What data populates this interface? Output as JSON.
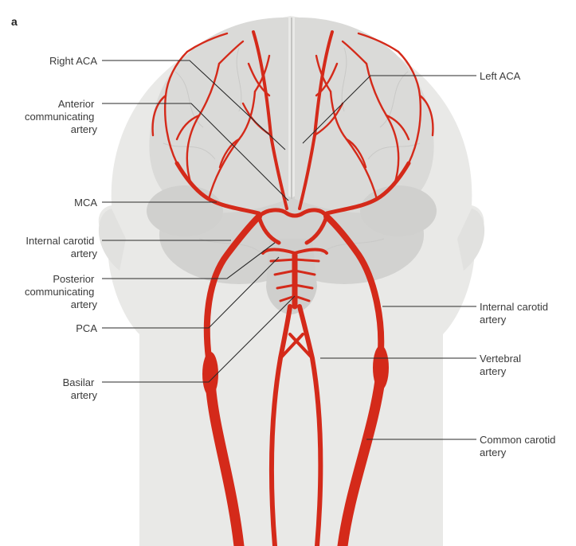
{
  "panel_label": "a",
  "labels": {
    "right_aca": [
      "Right ACA"
    ],
    "anterior_comm": [
      "Anterior",
      "communicating",
      "artery"
    ],
    "mca": [
      "MCA"
    ],
    "internal_carotid_left_side": [
      "Internal carotid",
      "artery"
    ],
    "posterior_comm": [
      "Posterior",
      "communicating",
      "artery"
    ],
    "pca": [
      "PCA"
    ],
    "basilar": [
      "Basilar",
      "artery"
    ],
    "left_aca": [
      "Left ACA"
    ],
    "internal_carotid_right_side": [
      "Internal carotid",
      "artery"
    ],
    "vertebral": [
      "Vertebral",
      "artery"
    ],
    "common_carotid": [
      "Common carotid",
      "artery"
    ]
  },
  "colors": {
    "artery": "#d42a1a",
    "head_silhouette": "#e9e9e7",
    "brain": "#d6d6d4",
    "leader_line": "#2a2a2a"
  }
}
